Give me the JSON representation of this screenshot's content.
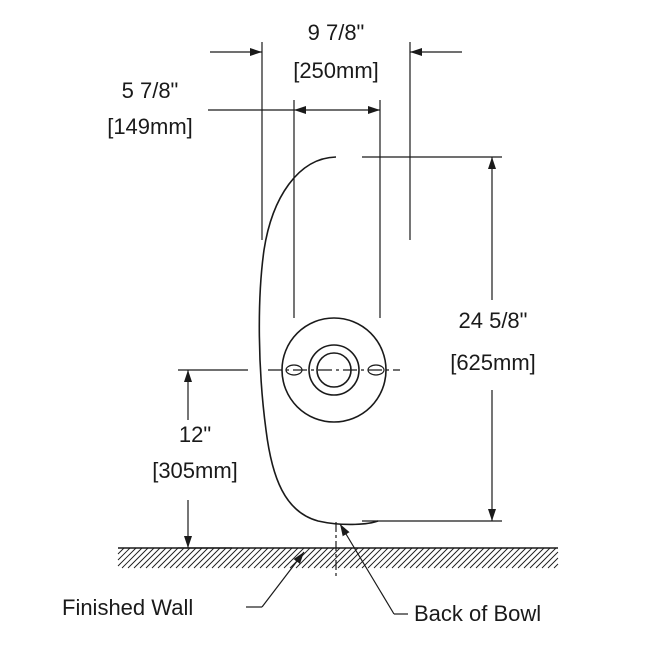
{
  "dimensions": {
    "overall_width": {
      "imperial": "9 7/8\"",
      "metric": "[250mm]"
    },
    "bolt_spacing": {
      "imperial": "5 7/8\"",
      "metric": "[149mm]"
    },
    "overall_height": {
      "imperial": "24 5/8\"",
      "metric": "[625mm]"
    },
    "outlet_height": {
      "imperial": "12\"",
      "metric": "[305mm]"
    }
  },
  "callouts": {
    "finished_wall": "Finished Wall",
    "back_of_bowl": "Back of Bowl"
  },
  "colors": {
    "line": "#1a1a1a",
    "background": "#ffffff"
  }
}
